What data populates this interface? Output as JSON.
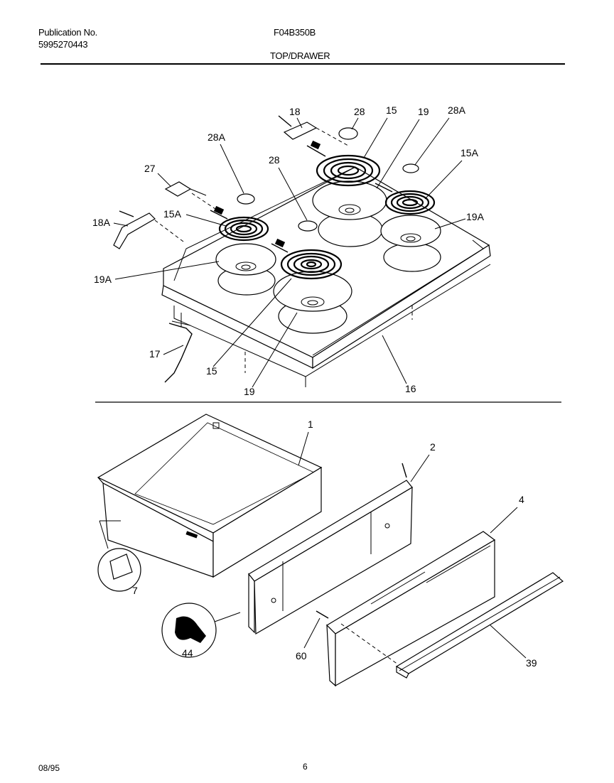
{
  "header": {
    "publication_label": "Publication No.",
    "publication_number": "5995270443",
    "model": "F04B350B",
    "section_title": "TOP/DRAWER"
  },
  "footer": {
    "date": "08/95",
    "page": "6"
  },
  "callouts": {
    "c18": "18",
    "c28_top": "28",
    "c15_top": "15",
    "c19_top": "19",
    "c28A_right": "28A",
    "c28A_left": "28A",
    "c28_mid": "28",
    "c27": "27",
    "c15A_right": "15A",
    "c18A": "18A",
    "c15A_left": "15A",
    "c19A_right": "19A",
    "c19A_left": "19A",
    "c17": "17",
    "c15_bottom": "15",
    "c19_bottom": "19",
    "c16": "16",
    "c1": "1",
    "c2": "2",
    "c4": "4",
    "c7": "7",
    "c44": "44",
    "c60": "60",
    "c39": "39"
  }
}
